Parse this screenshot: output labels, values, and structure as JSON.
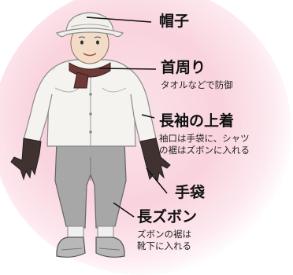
{
  "labels": [
    {
      "title": "帽子",
      "notes": []
    },
    {
      "title": "首周り",
      "notes": [
        "タオルなどで防御"
      ]
    },
    {
      "title": "長袖の上着",
      "notes": [
        "袖口は手袋に、シャツ",
        "の裾はズボンに入れる"
      ]
    },
    {
      "title": "手袋",
      "notes": []
    },
    {
      "title": "長ズボン",
      "notes": [
        "ズボンの裾は",
        "靴下に入れる"
      ]
    }
  ],
  "colors": {
    "background_glow": "#f9d3de",
    "hat": "#f2f0eb",
    "skin": "#f3dcc7",
    "towel": "#6d3a37",
    "shirt": "#f4f3f0",
    "gloves": "#3f3230",
    "pants": "#a7a7a7",
    "socks": "#f0f0f0",
    "shoes": "#b8b8b8",
    "leader_line": "#111111"
  }
}
